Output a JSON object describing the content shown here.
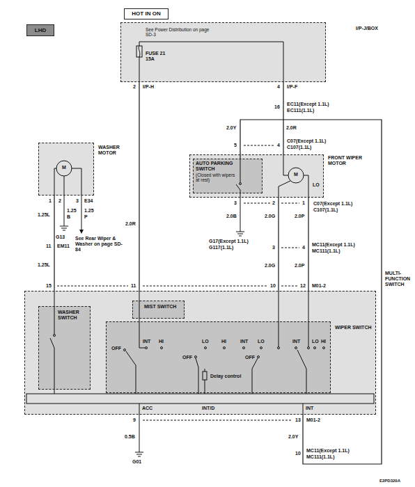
{
  "diagram": {
    "nodes": [
      {
        "text": [
          "LHD"
        ]
      },
      {
        "text": [
          "HOT IN ON"
        ]
      },
      {
        "text": [
          "I/P-J/BOX",
          "See Power Distribution on page SD-3",
          "FUSE 21 15A"
        ]
      },
      {
        "text": [
          "WASHER MOTOR"
        ]
      },
      {
        "text": [
          "FRONT WIPER MOTOR"
        ]
      },
      {
        "text": [
          "AUTO PARKING SWITCH",
          "(Closed with wipers at rest)"
        ],
        "in": 4
      },
      {
        "text": [
          "MULTI-FUNCTION SWITCH"
        ]
      },
      {
        "text": [
          "WASHER SWITCH"
        ],
        "in": 6
      },
      {
        "text": [
          "MIST SWITCH"
        ],
        "in": 6
      },
      {
        "text": [
          "WIPER SWITCH"
        ],
        "in": 6
      }
    ],
    "edges": [
      {
        "from": 2,
        "to": 6,
        "arrow": "none"
      },
      {
        "from": 2,
        "to": 4,
        "arrow": "none"
      },
      {
        "from": 3,
        "to": 6,
        "arrow": "none"
      },
      {
        "from": 4,
        "to": 6,
        "arrow": "none"
      },
      {
        "from": 4,
        "to": 6,
        "arrow": "none"
      },
      {
        "from": 6,
        "to": 5,
        "arrow": "none"
      }
    ],
    "labels": [
      "2",
      "I/P-H",
      "4",
      "I/P-F",
      "16",
      "EC11(Except 1.1L)",
      "EC111(1.1L)",
      "2.0Y",
      "2.0R",
      "5",
      "4",
      "C07(Except 1.1L)",
      "C107(1.1L)",
      "1",
      "2",
      "3",
      "E34",
      "1.25L",
      "1.25",
      "B",
      "1.25",
      "P",
      "G13",
      "See Rear Wiper & Washer on page SD-84",
      "11",
      "EM11",
      "1.25L",
      "15",
      "2.0R",
      "11",
      "3",
      "2",
      "1",
      "C07(Except 1.1L)",
      "C107(1.1L)",
      "2.0B",
      "2.0G",
      "2.0P",
      "G17(Except 1.1L)",
      "G117(1.1L)",
      "3",
      "4",
      "MC11(Except 1.1L)",
      "MC111(1.1L)",
      "2.0G",
      "2.0P",
      "10",
      "12",
      "M01-2",
      "9",
      "0.5B",
      "G01",
      "13",
      "M01-2",
      "2.0Y",
      "10",
      "MC11(Except 1.1L)",
      "MC111(1.1L)",
      "E2PD320A",
      "M",
      "M",
      "LO",
      "OFF",
      "INT",
      "HI",
      "OFF",
      "LO",
      "HI",
      "INT",
      "LO",
      "OFF",
      "INT",
      "LO",
      "HI",
      "Delay control",
      "ACC",
      "INT/D",
      "INT"
    ]
  }
}
